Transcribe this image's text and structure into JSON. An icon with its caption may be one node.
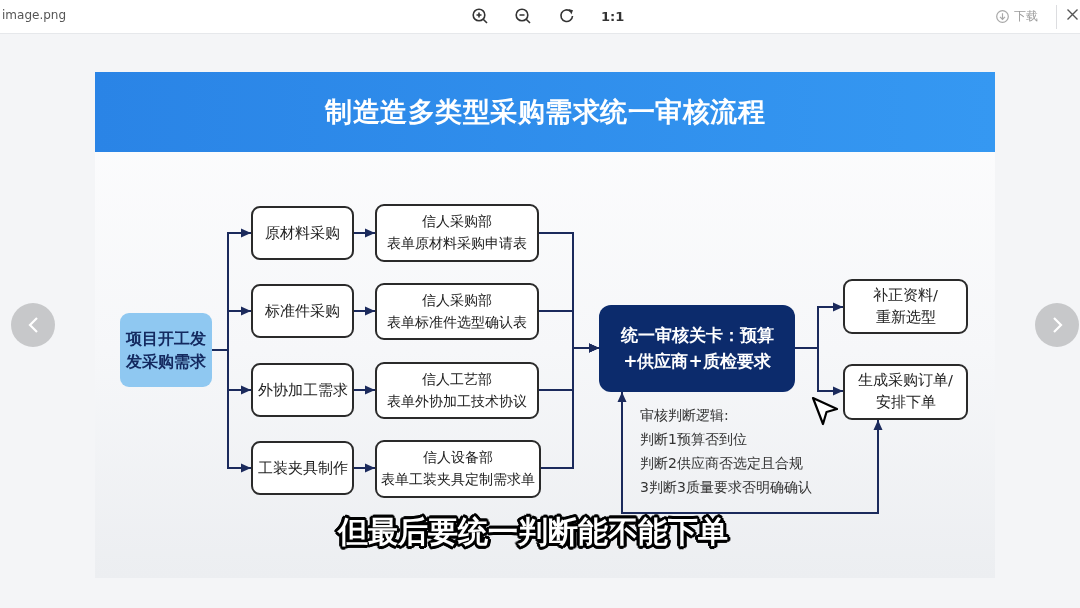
{
  "diagram": {
    "title": "制造造多类型采购需求统一审核流程",
    "nodes": [
      {
        "text": [
          "项目开工发发采购需求"
        ]
      },
      {
        "text": [
          "原材料采购"
        ]
      },
      {
        "text": [
          "信人采购部",
          "表单原材料采购申请表"
        ]
      },
      {
        "text": [
          "标准件采购"
        ]
      },
      {
        "text": [
          "信人采购部",
          "表单标准件选型确认表"
        ]
      },
      {
        "text": [
          "外协加工需求"
        ]
      },
      {
        "text": [
          "信人工艺部",
          "表单外协加工技术协议"
        ]
      },
      {
        "text": [
          "工装夹具制作"
        ]
      },
      {
        "text": [
          "信人设备部",
          "表单工装夹具定制需求单"
        ]
      },
      {
        "text": [
          "统一审核关卡：预算+供应商+质检要求"
        ]
      },
      {
        "text": [
          "补正资料/重新选型"
        ]
      },
      {
        "text": [
          "生成采购订单/安排下单"
        ]
      }
    ],
    "edges": [
      {
        "from": 0,
        "to": 1,
        "arrow": "to"
      },
      {
        "from": 0,
        "to": 3,
        "arrow": "to"
      },
      {
        "from": 0,
        "to": 5,
        "arrow": "to"
      },
      {
        "from": 0,
        "to": 7,
        "arrow": "to"
      },
      {
        "from": 1,
        "to": 2,
        "arrow": "to"
      },
      {
        "from": 3,
        "to": 4,
        "arrow": "to"
      },
      {
        "from": 5,
        "to": 6,
        "arrow": "to"
      },
      {
        "from": 7,
        "to": 8,
        "arrow": "to"
      },
      {
        "from": 2,
        "to": 9,
        "arrow": "to"
      },
      {
        "from": 4,
        "to": 9,
        "arrow": "to"
      },
      {
        "from": 6,
        "to": 9,
        "arrow": "to"
      },
      {
        "from": 8,
        "to": 9,
        "arrow": "to"
      },
      {
        "from": 9,
        "to": 10,
        "arrow": "to"
      },
      {
        "from": 9,
        "to": 11,
        "arrow": "to"
      },
      {
        "from": 9,
        "to": 11,
        "arrow": "both"
      }
    ],
    "labels": [
      "image.png",
      "1:1",
      "下载",
      "审核判断逻辑:",
      "判断1预算否到位",
      "判断2供应商否选定且合规",
      "3判断3质量要求否明确确认",
      "但最后要统一判断能不能下单"
    ]
  }
}
